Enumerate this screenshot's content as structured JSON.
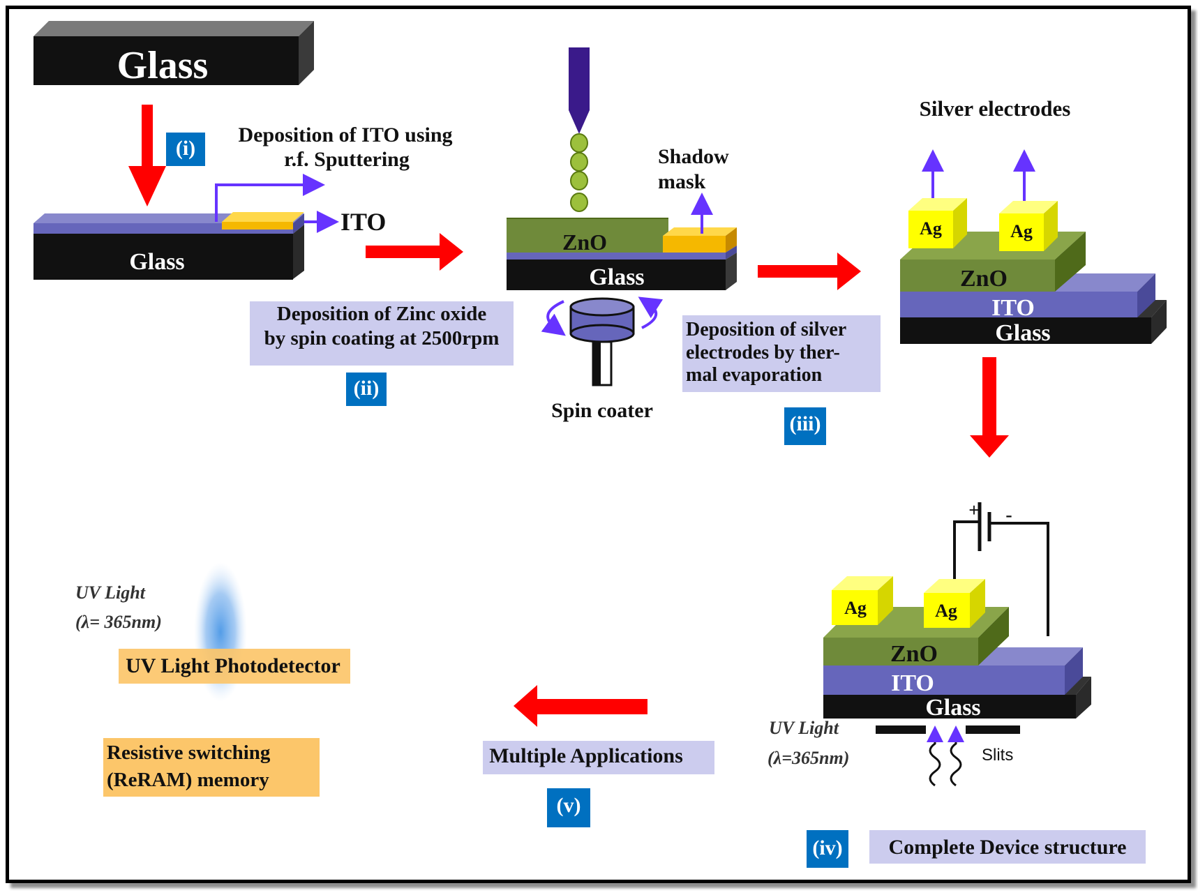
{
  "materials": {
    "glass": "Glass",
    "ito": "ITO",
    "zno": "ZnO",
    "ag": "Ag"
  },
  "steps": {
    "s1": {
      "badge": "(i)",
      "text_line1": "Deposition of ITO using",
      "text_line2": "r.f. Sputtering"
    },
    "s2": {
      "badge": "(ii)",
      "text_line1": "Deposition of Zinc oxide",
      "text_line2": "by spin coating at 2500rpm"
    },
    "s3": {
      "badge": "(iii)",
      "text_line1": "Deposition of silver",
      "text_line2": "electrodes by ther-",
      "text_line3": "mal evaporation"
    },
    "s4": {
      "badge": "(iv)",
      "title": "Complete Device structure"
    },
    "s5": {
      "badge": "(v)",
      "title": "Multiple Applications"
    }
  },
  "labels": {
    "shadow_mask_line1": "Shadow",
    "shadow_mask_line2": "mask",
    "spin_coater": "Spin coater",
    "silver_electrodes": "Silver electrodes",
    "uv_light": "UV Light",
    "uv_wavelength": "(λ=365nm)",
    "uv_wavelength_app": "(λ=  365nm)",
    "slits": "Slits",
    "plus": "+",
    "minus": "-"
  },
  "applications": {
    "app1": "UV Light Photodetector",
    "app2_line1": "Resistive switching",
    "app2_line2": "(ReRAM) memory"
  },
  "colors": {
    "arrow_red": "#ff0000",
    "badge_blue": "#0070c0",
    "label_lavender": "#ccccee",
    "app_orange": "#fcc66a",
    "ito_purple": "#6666bb",
    "zno_green": "#6f8a3a",
    "ag_yellow": "#ffff00",
    "glass_black": "#111111",
    "pointer_violet": "#6633ff"
  }
}
